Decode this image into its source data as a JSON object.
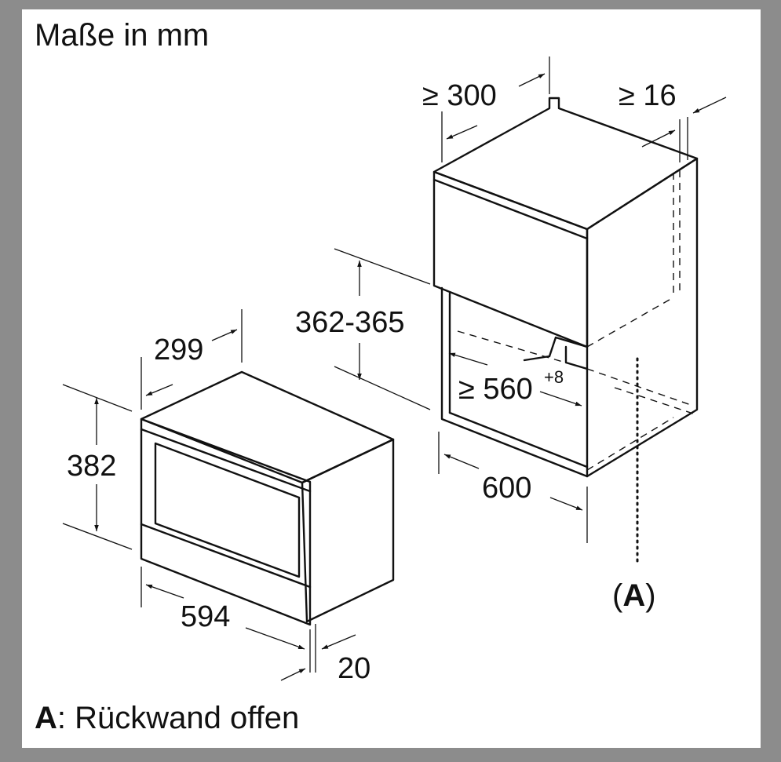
{
  "title": "Maße in mm",
  "dimensions": {
    "appliance_depth": "299",
    "appliance_height": "382",
    "appliance_width": "594",
    "front_thickness": "20",
    "niche_height": "362-365",
    "niche_depth": "≥ 300",
    "back_gap": "≥ 16",
    "niche_width": "≥ 560",
    "niche_width_tolerance": "+8",
    "cabinet_width": "600"
  },
  "callout_label": "A",
  "legend": {
    "key": "A",
    "text": ": Rückwand offen"
  }
}
